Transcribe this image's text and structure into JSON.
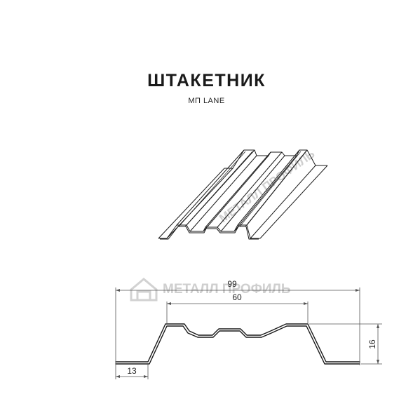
{
  "title": "ШТАКЕТНИК",
  "subtitle": "МП LANE",
  "watermark": {
    "text": "МЕТАЛЛ ПРОФИЛЬ",
    "color": "#d0d0d0"
  },
  "dimensions": {
    "total_width": "99",
    "top_width": "60",
    "height": "16",
    "flange": "13"
  },
  "colors": {
    "line": "#1a1a1a",
    "dim": "#555555",
    "watermark": "#cfcfcf"
  }
}
